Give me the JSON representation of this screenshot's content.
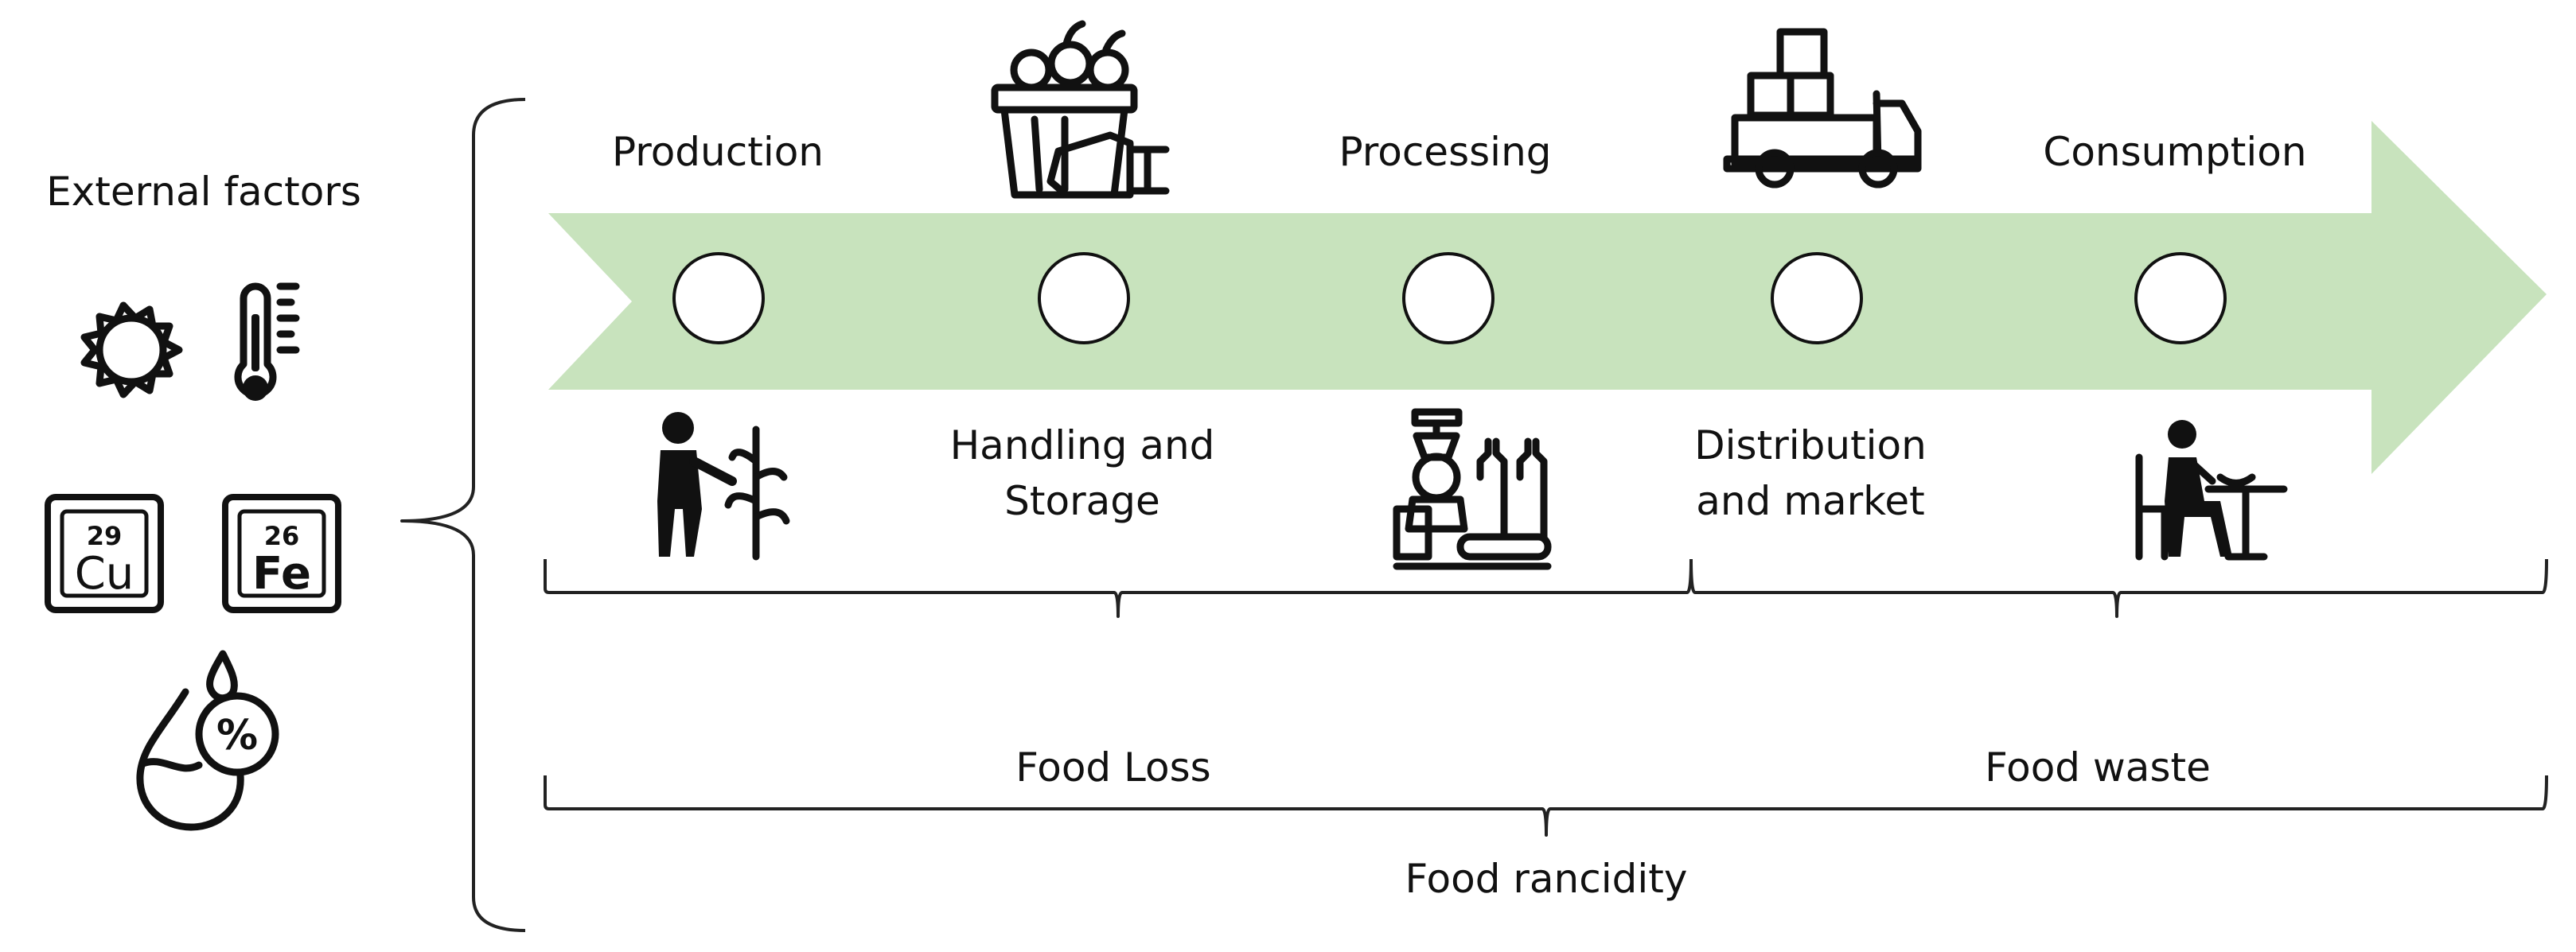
{
  "external_factors": {
    "title": "External factors",
    "icons": [
      "sun-icon",
      "thermometer-icon",
      "copper-element-icon",
      "iron-element-icon",
      "humidity-icon"
    ],
    "elements": [
      {
        "number": "29",
        "symbol": "Cu"
      },
      {
        "number": "26",
        "symbol": "Fe"
      }
    ],
    "humidity_symbol": "%"
  },
  "stages": [
    {
      "label": "Production",
      "icon": "farmer-icon"
    },
    {
      "label": "Handling and",
      "label2": "Storage",
      "icon": "basket-icon"
    },
    {
      "label": "Processing",
      "icon": "factory-machine-icon"
    },
    {
      "label": "Distribution",
      "label2": "and market",
      "icon": "truck-icon"
    },
    {
      "label": "Consumption",
      "icon": "diner-icon"
    }
  ],
  "groups": {
    "loss": "Food Loss",
    "waste": "Food waste",
    "rancidity": "Food rancidity"
  },
  "colors": {
    "arrow": "#c8e3bd",
    "ink": "#111111",
    "node_fill": "#ffffff"
  }
}
